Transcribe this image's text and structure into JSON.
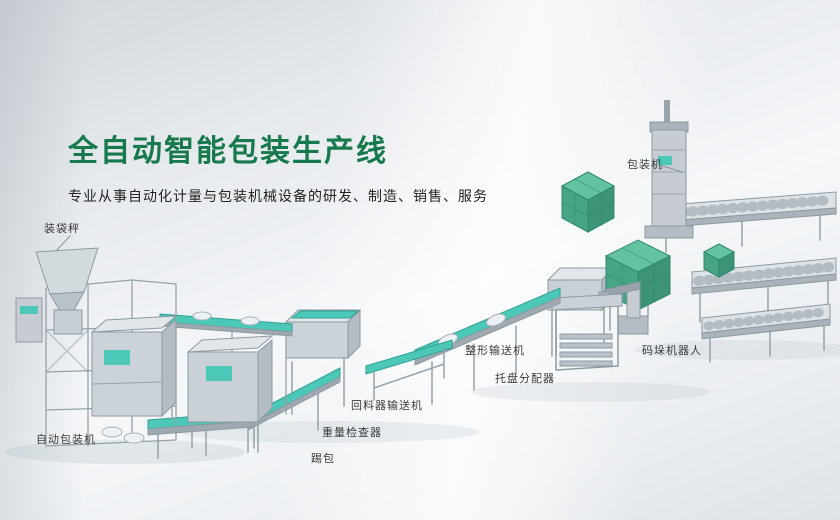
{
  "hero": {
    "title": "全自动智能包装生产线",
    "subtitle": "专业从事自动化计量与包装机械设备的研发、制造、销售、服务"
  },
  "labels": [
    {
      "id": "bagging-scale",
      "text": "装袋秤"
    },
    {
      "id": "packing-machine",
      "text": "包装机"
    },
    {
      "id": "auto-packing-machine",
      "text": "自动包装机"
    },
    {
      "id": "bag-kicker",
      "text": "踢包"
    },
    {
      "id": "weight-checker",
      "text": "重量检查器"
    },
    {
      "id": "return-feeder-conveyor",
      "text": "回料器输送机"
    },
    {
      "id": "shaping-conveyor",
      "text": "整形输送机"
    },
    {
      "id": "pallet-dispenser",
      "text": "托盘分配器"
    },
    {
      "id": "palletizing-robot",
      "text": "码垛机器人"
    }
  ],
  "colors": {
    "title_green": "#177a4c",
    "label_text": "#3a3a3a",
    "belt_teal": "#4cc8b9",
    "box_green": "#47a487",
    "machine_gray": "#c7ced4",
    "background_light": "#e6e9ed"
  }
}
